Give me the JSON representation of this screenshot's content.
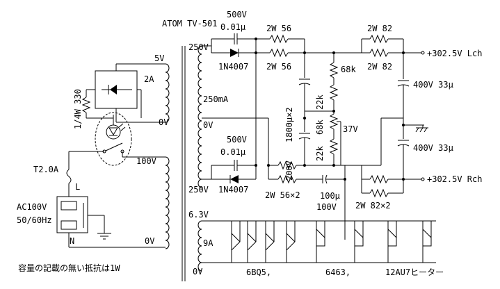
{
  "title": "ATOM TV-501",
  "note": "容量の記載の無い抵抗は1W",
  "mains": {
    "input": "AC100V",
    "freq": "50/60Hz",
    "fuse": "T2.0A",
    "line": "L",
    "neutral": "N",
    "primary_100v": "100V",
    "primary_0v": "0V"
  },
  "indicator": {
    "resistor": "1/4W 330",
    "tap_5v": "5V",
    "current_2a": "2A",
    "tap_0v": "0V"
  },
  "hv_winding": {
    "top": "250V",
    "current": "250mA",
    "center": "0V",
    "bottom": "250V"
  },
  "heater_winding": {
    "voltage": "6.3V",
    "current": "9A",
    "zero": "0V"
  },
  "upper_rectifier": {
    "cap_voltage": "500V",
    "cap_value": "0.01μ",
    "diode": "1N4007",
    "r_top": "2W 56",
    "r_bottom": "2W 56"
  },
  "lower_rectifier": {
    "cap_voltage": "500V",
    "cap_value": "0.01μ",
    "diode": "1N4007",
    "r_label": "2W 56×2"
  },
  "filter": {
    "cap_series": "1800μ×2",
    "cap_voltage": "200V",
    "r_upper": "22k",
    "r_lower": "22k",
    "r_68k_a": "68k",
    "r_68k_b": "68k",
    "trim": "37V",
    "cap_100u": "100μ",
    "cap_100u_v": "100V"
  },
  "outputs": {
    "lch_r_top": "2W 82",
    "lch_r_bottom": "2W 82",
    "lch_cap": "400V 33μ",
    "lch": "+302.5V Lch",
    "rch_cap": "400V 33μ",
    "rch_r": "2W 82×2",
    "rch": "+302.5V Rch"
  },
  "heaters": {
    "t1": "6BQ5,",
    "t2": "6463,",
    "t3": "12AU7ヒーター"
  }
}
